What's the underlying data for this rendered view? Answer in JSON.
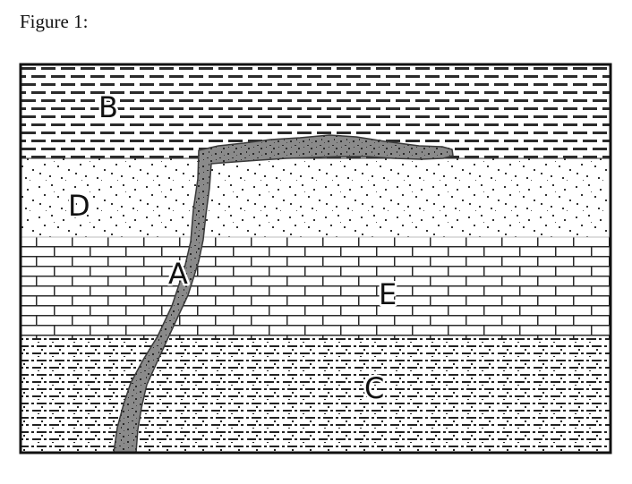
{
  "figure": {
    "caption": "Figure 1:"
  },
  "layers": [
    {
      "label": "B",
      "pattern": "shale",
      "position": "top"
    },
    {
      "label": "D",
      "pattern": "sandstone",
      "position": "second"
    },
    {
      "label": "E",
      "pattern": "limestone",
      "position": "third"
    },
    {
      "label": "C",
      "pattern": "siltstone",
      "position": "bottom"
    }
  ],
  "intrusion": {
    "label": "A",
    "type": "dike and sill",
    "color": "#8a8a8a"
  },
  "colors": {
    "frame": "#111111",
    "pattern": "#2b2b2b",
    "intrusion_fill": "#8a8a8a"
  }
}
